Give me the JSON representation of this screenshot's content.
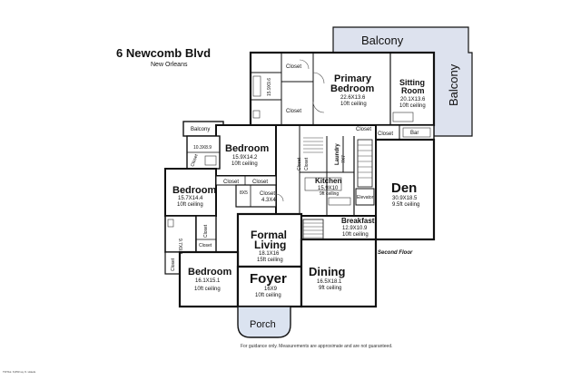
{
  "header": {
    "address": "6 Newcomb Blvd",
    "city": "New Orleans"
  },
  "colors": {
    "wall": "#111111",
    "balcony_fill": "#dde2ee",
    "porch_fill": "#dbe3f0",
    "background": "#ffffff"
  },
  "rooms": {
    "balcony_top": {
      "name": "Balcony"
    },
    "balcony_right": {
      "name": "Balcony"
    },
    "primary_bedroom": {
      "name_line1": "Primary",
      "name_line2": "Bedroom",
      "dims": "22.6X13.6",
      "ceiling": "10ft ceiling"
    },
    "sitting_room": {
      "name_line1": "Sitting",
      "name_line2": "Room",
      "dims": "20.1X13.6",
      "ceiling": "10ft ceiling"
    },
    "closet_top": {
      "name": "Closet"
    },
    "closet_mid": {
      "name": "Closet"
    },
    "closet_small_dims": {
      "dims": "15.9X9.6"
    },
    "closet_right_top": {
      "name": "Closet"
    },
    "bar": {
      "name": "Bar"
    },
    "closet_upper_right": {
      "name": "Closet"
    },
    "balcony_small": {
      "name": "Balcony"
    },
    "bath_left": {
      "dims": "10.3X8.9"
    },
    "bedroom_2": {
      "name": "Bedroom",
      "dims": "15.9X14.2",
      "ceiling": "10ft ceiling"
    },
    "closet_nook": {
      "name": "Closet"
    },
    "laundry": {
      "name": "Laundry",
      "dims": "7X7"
    },
    "kitchen": {
      "name": "Kitchen",
      "dims": "15.9X10",
      "ceiling": "9ft ceiling"
    },
    "bedroom_3": {
      "name": "Bedroom",
      "dims": "15.7X14.4",
      "ceiling": "10ft ceiling"
    },
    "closet_b3a": {
      "name": "Closet"
    },
    "closet_b3b": {
      "name": "Closet"
    },
    "closet_center": {
      "name": "Closet",
      "dims": "4.3X4"
    },
    "small_dims": {
      "dims": "8X5"
    },
    "elevator": {
      "name": "Elevator"
    },
    "den": {
      "name": "Den",
      "dims": "30.9X18.5",
      "ceiling": "9.5ft ceiling"
    },
    "closet_kitchen_a": {
      "name": "Closet"
    },
    "closet_kitchen_b": {
      "name": "Closet"
    },
    "bath_lower_left": {
      "dims": "9.7X9.2"
    },
    "closet_lower_a": {
      "name": "Closet"
    },
    "closet_lower_b": {
      "name": "Closet"
    },
    "closet_lower_c": {
      "name": "Closet"
    },
    "formal_living": {
      "name_line1": "Formal",
      "name_line2": "Living",
      "dims": "18.1X16",
      "ceiling": "15ft ceiling"
    },
    "breakfast": {
      "name": "Breakfast",
      "dims": "12.9X10.9",
      "ceiling": "10ft ceiling"
    },
    "bedroom_4": {
      "name": "Bedroom",
      "dims": "16.1X15.1",
      "ceiling": "10ft ceiling"
    },
    "foyer": {
      "name": "Foyer",
      "dims": "16X9",
      "ceiling": "10ft ceiling"
    },
    "dining": {
      "name": "Dining",
      "dims": "16.5X18.1",
      "ceiling": "9ft ceiling"
    },
    "porch": {
      "name": "Porch"
    }
  },
  "floor_label": "Second Floor",
  "footer": {
    "disclaimer": "For guidance only. Measurements are approximate and are not guaranteed.",
    "credit": "TOTAL: 6,653 sq. ft. Hotels"
  }
}
